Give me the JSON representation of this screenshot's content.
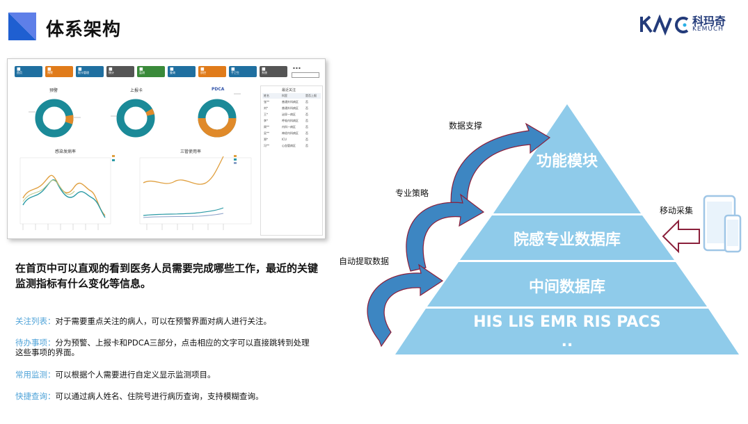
{
  "header": {
    "title": "体系架构",
    "logo_cn": "科玛奇",
    "logo_en": "KEMUCH"
  },
  "dashboard": {
    "tiles": [
      {
        "label": "首页",
        "color": "#1f6fa0"
      },
      {
        "label": "预警",
        "color": "#e07b1a"
      },
      {
        "label": "报卡管理",
        "color": "#1f6fa0"
      },
      {
        "label": "统计",
        "color": "#555555"
      },
      {
        "label": "监测",
        "color": "#3a8a3a"
      },
      {
        "label": "查询",
        "color": "#1f6fa0"
      },
      {
        "label": "质控",
        "color": "#e07b1a"
      },
      {
        "label": "手卫生",
        "color": "#1f6fa0"
      },
      {
        "label": "系统",
        "color": "#555555"
      }
    ],
    "donuts": [
      {
        "title": "预警",
        "split": 0.08
      },
      {
        "title": "上报卡",
        "split": 0.05
      },
      {
        "title": "PDCA",
        "split": 0.5
      }
    ],
    "line_titles": [
      "感染发病率",
      "三管使用率"
    ],
    "table_title": "最近关注",
    "table_headers": [
      "姓名",
      "科室",
      "是否上报"
    ],
    "table_rows": [
      [
        "张**",
        "普通外科病区",
        "否"
      ],
      [
        "刘*",
        "普通外科病区",
        "否"
      ],
      [
        "王*",
        "泌尿一病区",
        "否"
      ],
      [
        "李*",
        "呼吸内科病区",
        "否"
      ],
      [
        "周**",
        "内科一病区",
        "否"
      ],
      [
        "吴**",
        "神经内科病区",
        "否"
      ],
      [
        "郑*",
        "ICU",
        "否"
      ],
      [
        "冯**",
        "心血管病区",
        "否"
      ]
    ]
  },
  "headline": "在首页中可以直观的看到医务人员需要完成哪些工作，最近的关键监测指标有什么变化等信息。",
  "descriptions": [
    {
      "key": "关注列表：",
      "text": "对于需要重点关注的病人，可以在预警界面对病人进行关注。"
    },
    {
      "key": "待办事项：",
      "text": "分为预警、上报卡和PDCA三部分，点击相应的文字可以直接跳转到处理这些事项的界面。"
    },
    {
      "key": "常用监测：",
      "text": "可以根据个人需要进行自定义显示监测项目。"
    },
    {
      "key": "快捷查询：",
      "text": "可以通过病人姓名、住院号进行病历查询，支持模糊查询。"
    }
  ],
  "pyramid": {
    "levels": [
      "功能模块",
      "院感专业数据库",
      "中间数据库",
      "HIS LIS EMR RIS PACS .."
    ],
    "colors": {
      "fill": "#8fcbea",
      "arrow": "#3d86c2",
      "arrow_outline": "#8a1f3a"
    },
    "arrow_labels": [
      "数据支撑",
      "专业策略",
      "自动提取数据"
    ],
    "mobile_label": "移动采集"
  }
}
